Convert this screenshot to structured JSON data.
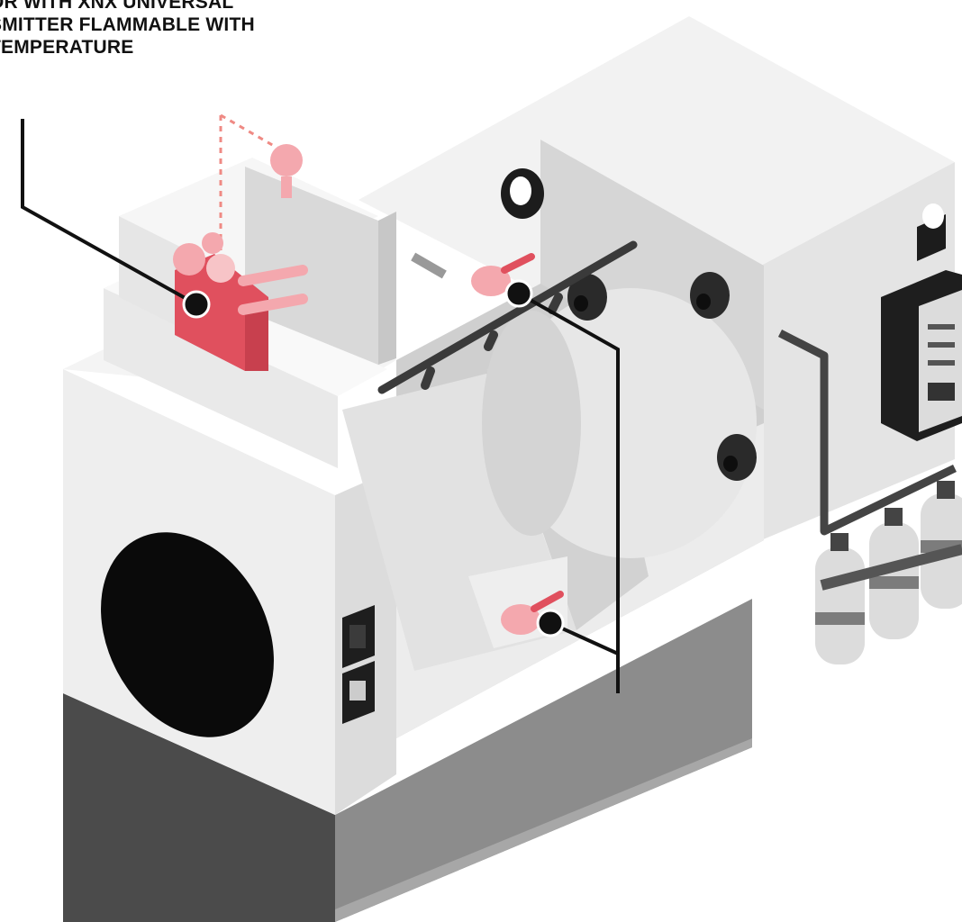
{
  "caption": {
    "lines": [
      "OR WITH XNX UNIVERSAL",
      "SMITTER FLAMMABLE WITH",
      "TEMPERATURE"
    ]
  },
  "colors": {
    "machine_light": "#ededed",
    "machine_mid": "#d9d9d9",
    "machine_dark": "#bdbdbd",
    "base_dark": "#4b4b4b",
    "base_mid": "#8c8c8c",
    "base_light": "#a7a7a7",
    "sensor_red": "#e0505e",
    "sensor_pink": "#f4a8ae",
    "dashed_line": "#ef8a84",
    "leader_line": "#111111",
    "panel_black": "#1e1e1e"
  },
  "icons": {
    "primary_sensor": "gas-sensor-icon",
    "point_sensor": "point-sensor-icon",
    "control_panel": "control-panel-icon",
    "gas_cylinder": "gas-cylinder-icon",
    "alarm_beacon": "beacon-icon"
  }
}
